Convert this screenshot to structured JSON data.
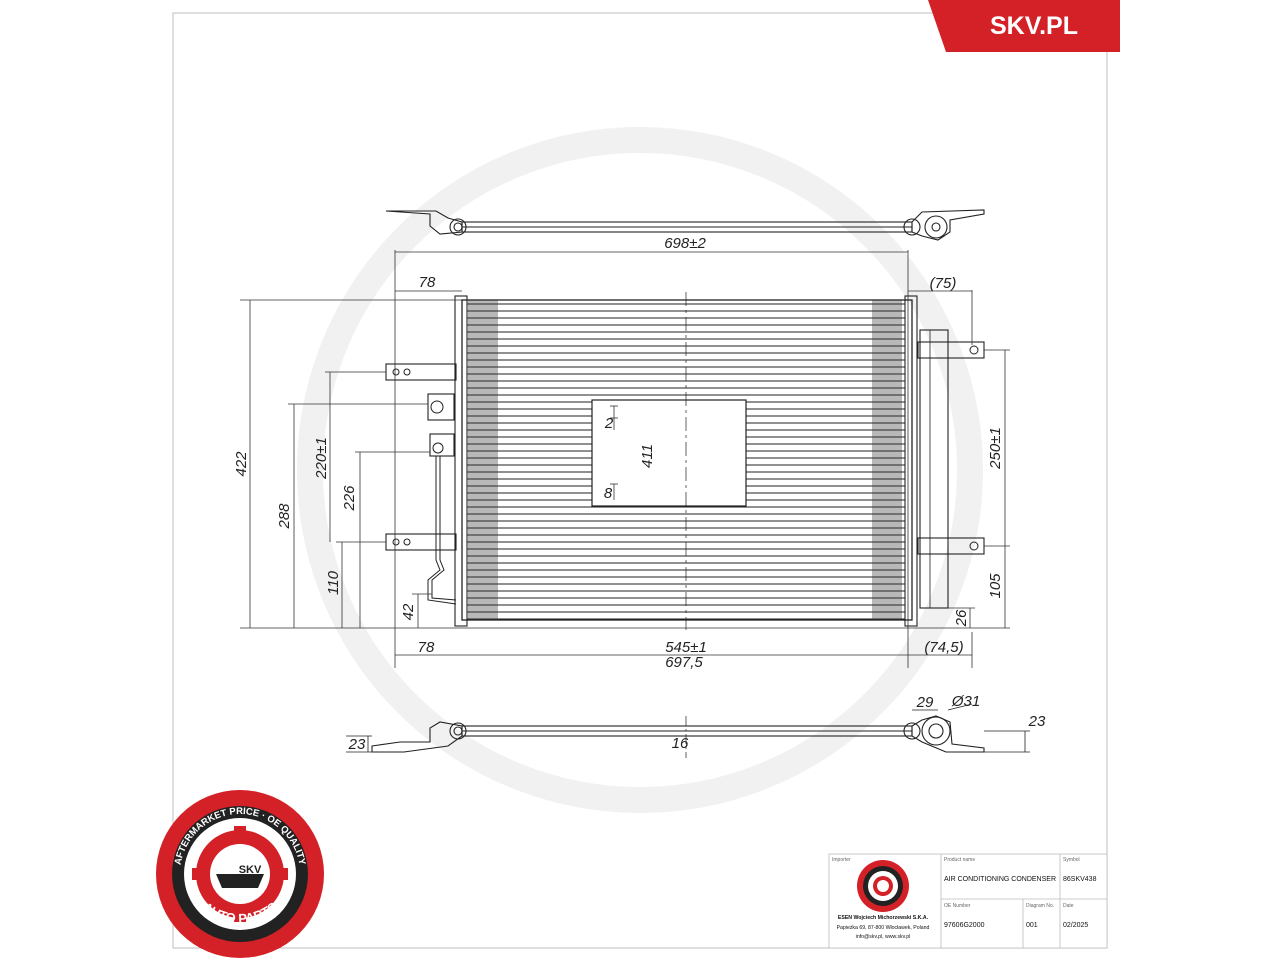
{
  "brand": {
    "corner_logo_text": "SKV.PL",
    "accent_color": "#d42127",
    "seal_ring_text": "AFTERMARKET PRICE · OE QUALITY",
    "seal_bottom_text": "AUTO PARTS",
    "seal_center_text": "SKV"
  },
  "dimensions": {
    "top_overall": "698±2",
    "left_offset_top": "78",
    "right_offset_top": "(75)",
    "height_overall": "422",
    "left_288": "288",
    "left_220": "220±1",
    "left_226": "226",
    "left_110": "110",
    "left_42": "42",
    "core_height": "411",
    "fin_2": "2",
    "fin_8": "8",
    "right_250": "250±1",
    "right_105": "105",
    "right_26": "26",
    "bottom_left_78": "78",
    "bottom_core": "545±1",
    "bottom_overall": "697,5",
    "bottom_right": "(74,5)",
    "side_29": "29",
    "side_diam": "Ø31",
    "side_23_right": "23",
    "side_23_left": "23",
    "side_16": "16"
  },
  "title_block": {
    "importer_label": "Importer",
    "product_label": "Product name",
    "product_value": "AIR CONDITIONING CONDENSER",
    "symbol_label": "Symbol",
    "symbol_value": "86SKV438",
    "oe_label": "OE Number",
    "oe_value": "97606G2000",
    "diagram_label": "Diagram No.",
    "diagram_value": "001",
    "date_label": "Date",
    "date_value": "02/2025",
    "company_name": "ESEN Wojciech Michorzewski S.K.A.",
    "company_address": "Papieżka 69, 87-800 Włocławek, Poland",
    "company_web": "info@skv.pl, www.skv.pl"
  }
}
